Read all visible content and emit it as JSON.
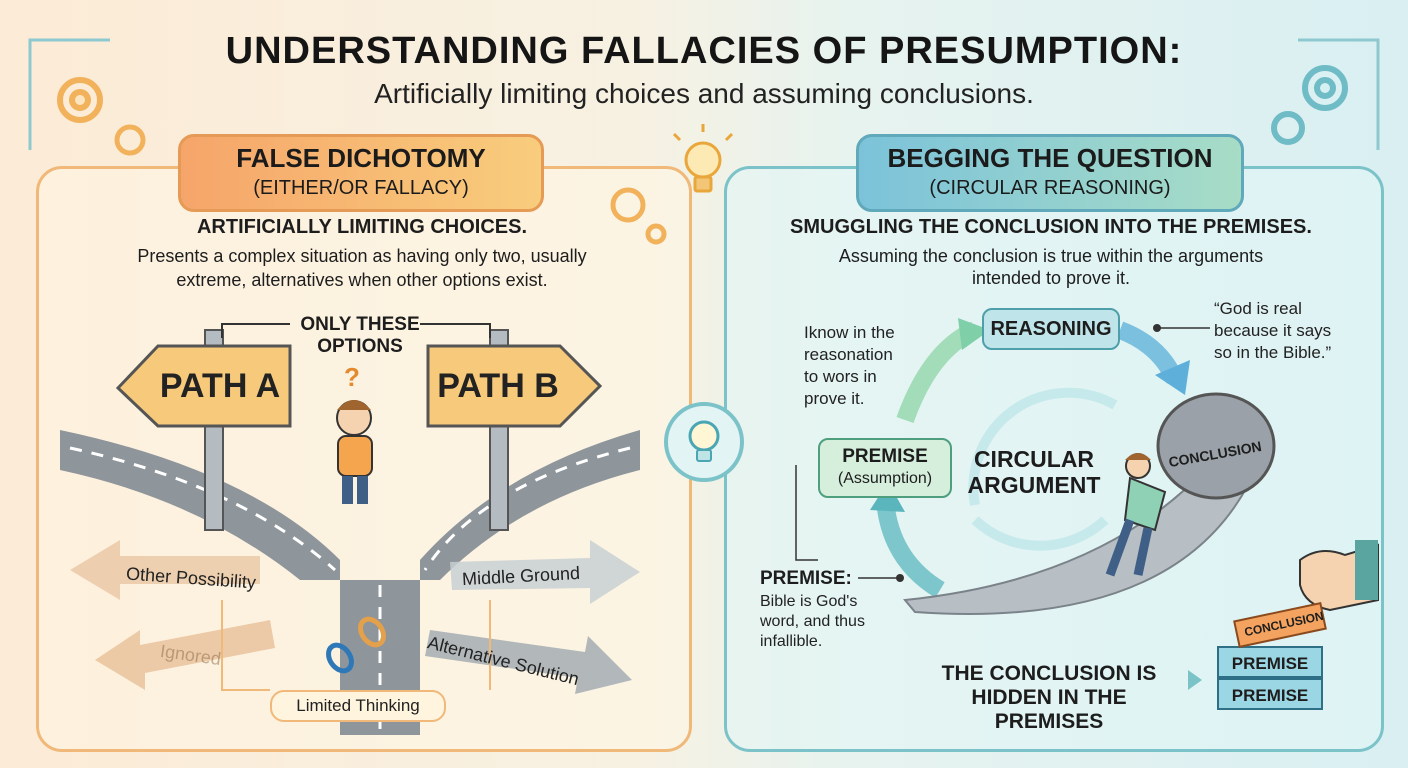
{
  "title": "UNDERSTANDING FALLACIES OF PRESUMPTION:",
  "subtitle": "Artificially limiting choices and assuming conclusions.",
  "left": {
    "header_title": "FALSE DICHOTOMY",
    "header_sub": "(EITHER/OR FALLACY)",
    "section_heading": "ARTIFICIALLY LIMITING CHOICES.",
    "description_line1": "Presents a complex situation as having only two, usually",
    "description_line2": "extreme, alternatives when other options exist.",
    "only_options_line1": "ONLY THESE",
    "only_options_line2": "OPTIONS",
    "question_mark": "?",
    "path_a": "PATH A",
    "path_b": "PATH B",
    "other_possibility": "Other Possibility",
    "ignored": "Ignored",
    "middle_ground": "Middle Ground",
    "alternative_solution": "Alternative Solution",
    "limited_thinking": "Limited Thinking"
  },
  "right": {
    "header_title": "BEGGING THE QUESTION",
    "header_sub": "(CIRCULAR REASONING)",
    "section_heading": "SMUGGLING THE CONCLUSION INTO THE PREMISES.",
    "description_line1": "Assuming the conclusion is true within the arguments",
    "description_line2": "intended to prove it.",
    "garbled_note": [
      "Iknow in the",
      "reasonation",
      "to wors in",
      "prove it."
    ],
    "reasoning": "REASONING",
    "quote": [
      "“God is real",
      "because it says",
      "so in the Bible.”"
    ],
    "premise_box_title": "PREMISE",
    "premise_box_sub": "(Assumption)",
    "circular_argument_line1": "CIRCULAR",
    "circular_argument_line2": "ARGUMENT",
    "boulder_label": "CONCLUSION",
    "premise_label": "PREMISE:",
    "premise_text": [
      "Bible is God's",
      "word, and thus",
      "infallible."
    ],
    "hidden_line1": "THE CONCLUSION IS",
    "hidden_line2": "HIDDEN IN THE PREMISES",
    "brick_conclusion": "CONCLUSION",
    "brick_premise_1": "PREMISE",
    "brick_premise_2": "PREMISE"
  },
  "colors": {
    "left_accent": "#f0b879",
    "right_accent": "#7bc3c9",
    "path_sign": "#f7c97a",
    "road": "#8e959b"
  }
}
